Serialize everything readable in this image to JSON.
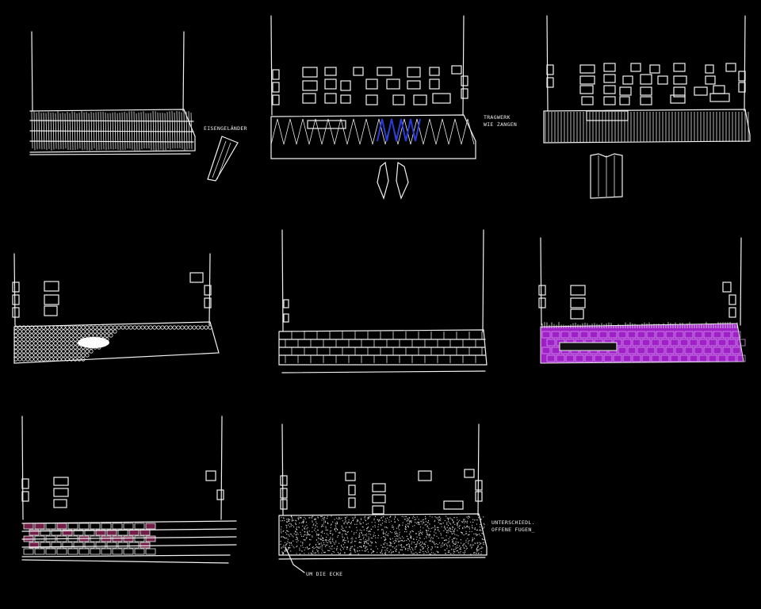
{
  "colors": {
    "background": "#000000",
    "line": "#f2f2f2",
    "accent_blue": "#2a3bd6",
    "accent_purple": "#a020c8",
    "accent_magenta": "#c0307a"
  },
  "sketches": [
    {
      "label": "EISENGELÄNDER"
    },
    {
      "label_line1": "TRAGWERK",
      "label_line2": "WIE ZANGEN"
    },
    {},
    {},
    {},
    {},
    {},
    {
      "label_line1": "UNTERSCHIEDL.",
      "label_line2": "OFFENE FUGEN_",
      "corner_label": "UM DIE ECKE"
    }
  ]
}
